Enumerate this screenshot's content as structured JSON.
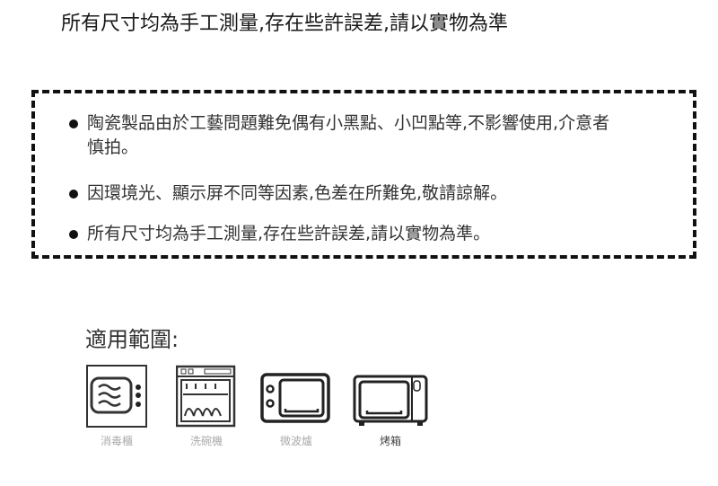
{
  "header": {
    "note": "所有尺寸均為手工測量,存在些許誤差,請以實物為準"
  },
  "notice": {
    "items": [
      "陶瓷製品由於工藝問題難免偶有小黑點、小凹點等,不影響使用,介意者慎拍。",
      "因環境光、顯示屏不同等因素,色差在所難免,敬請諒解。",
      "所有尺寸均為手工測量,存在些許誤差,請以實物為準。"
    ]
  },
  "scope": {
    "title": "適用範圍:",
    "items": [
      {
        "label": "消毒櫃",
        "icon": "sterilizer-icon"
      },
      {
        "label": "洗碗機",
        "icon": "dishwasher-icon"
      },
      {
        "label": "微波爐",
        "icon": "microwave-icon"
      },
      {
        "label": "烤箱",
        "icon": "oven-icon"
      }
    ]
  }
}
